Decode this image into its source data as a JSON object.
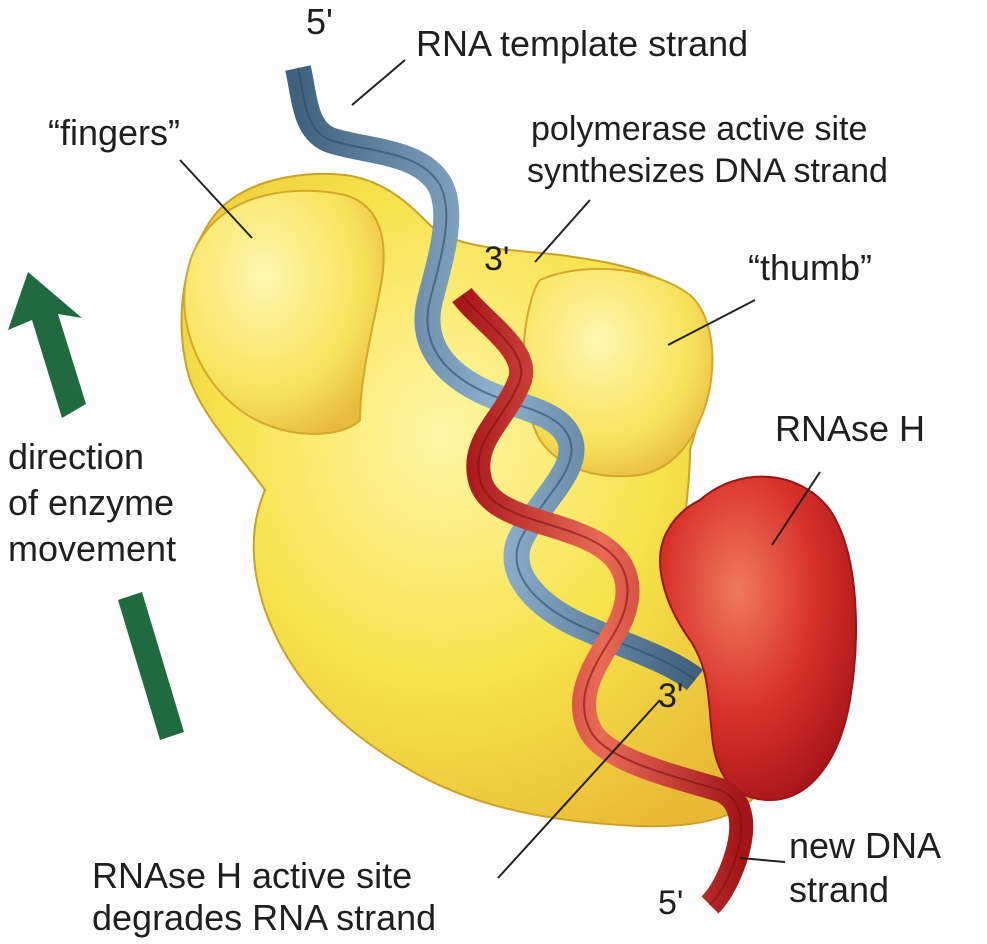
{
  "labels": {
    "rna_template_5prime": "5'",
    "rna_template_strand": "RNA template strand",
    "fingers": "“fingers”",
    "polymerase_line1": "polymerase active site",
    "polymerase_line2": "synthesizes DNA strand",
    "three_prime_top": "3'",
    "thumb": "“thumb”",
    "rnase_h": "RNAse H",
    "direction_line1": "direction",
    "direction_line2": "of enzyme",
    "direction_line3": "movement",
    "three_prime_bottom": "3'",
    "new_dna_line1": "new DNA",
    "new_dna_line2": "strand",
    "dna_5prime": "5'",
    "rnase_site_line1": "RNAse H active site",
    "rnase_site_line2": "degrades RNA strand"
  },
  "colors": {
    "enzyme_yellow": "#f6e24a",
    "enzyme_edge": "#c9a227",
    "rnase_red": "#d8322a",
    "rna_blue": "#5f7f9e",
    "dna_red": "#c8251e",
    "arrow_green": "#1f6b3f"
  }
}
